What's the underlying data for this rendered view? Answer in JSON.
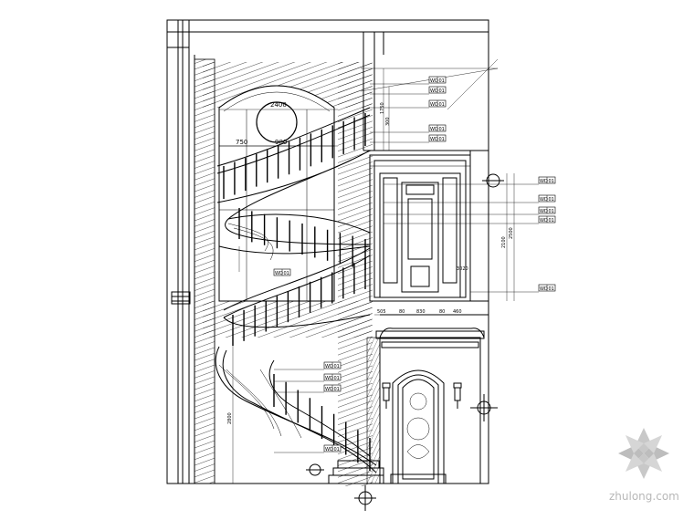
{
  "dimensions": {
    "d2400": "2400",
    "d1750": "1750",
    "d300": "300",
    "d750": "750",
    "d900": "900",
    "d2100": "2100",
    "d2500": "2500",
    "d3020": "3020",
    "d505": "505",
    "d80a": "80",
    "d830": "830",
    "d80b": "80",
    "d460": "460",
    "d2800": "2800"
  },
  "tags": {
    "code": "WD",
    "num": "01"
  },
  "watermark": "zhulong.com"
}
